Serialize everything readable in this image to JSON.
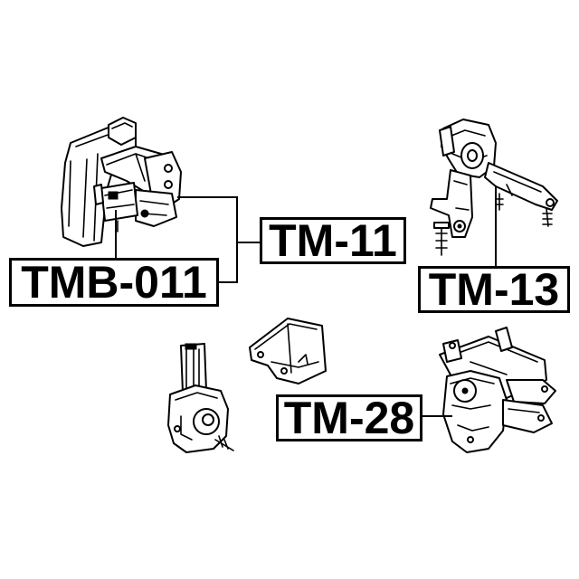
{
  "labels": {
    "tmb_011": "TMB-011",
    "tm_11": "TM-11",
    "tm_13": "TM-13",
    "tm_28": "TM-28"
  },
  "colors": {
    "background": "#ffffff",
    "ink": "#000000"
  }
}
